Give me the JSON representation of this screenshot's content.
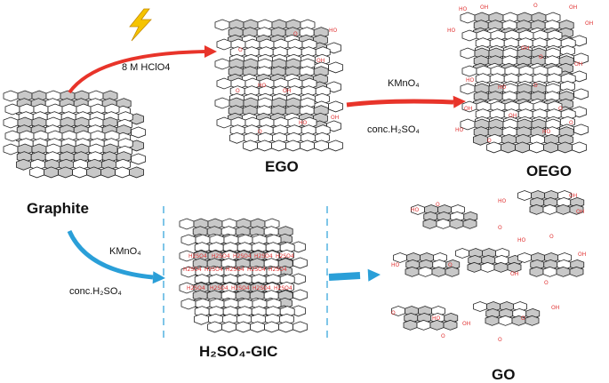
{
  "colors": {
    "sheet_fill": "#c8c8c8",
    "sheet_line": "#222222",
    "red_arrow": "#e8342a",
    "blue_arrow": "#2a9fd8",
    "functional_group": "#e03030",
    "intercalant": "#e8a040",
    "spark": "#f5c400"
  },
  "icons": {
    "spark": "lightning-bolt-icon"
  },
  "labels": {
    "graphite": "Graphite",
    "ego": "EGO",
    "oego": "OEGO",
    "gic": "H₂SO₄-GIC",
    "go": "GO"
  },
  "reagents": {
    "hclo4": "8 M HClO4",
    "kmno4_top": "KMnO₄",
    "h2so4_top": "conc.H₂SO₄",
    "kmno4_bottom": "KMnO₄",
    "h2so4_bottom": "conc.H₂SO₄"
  }
}
